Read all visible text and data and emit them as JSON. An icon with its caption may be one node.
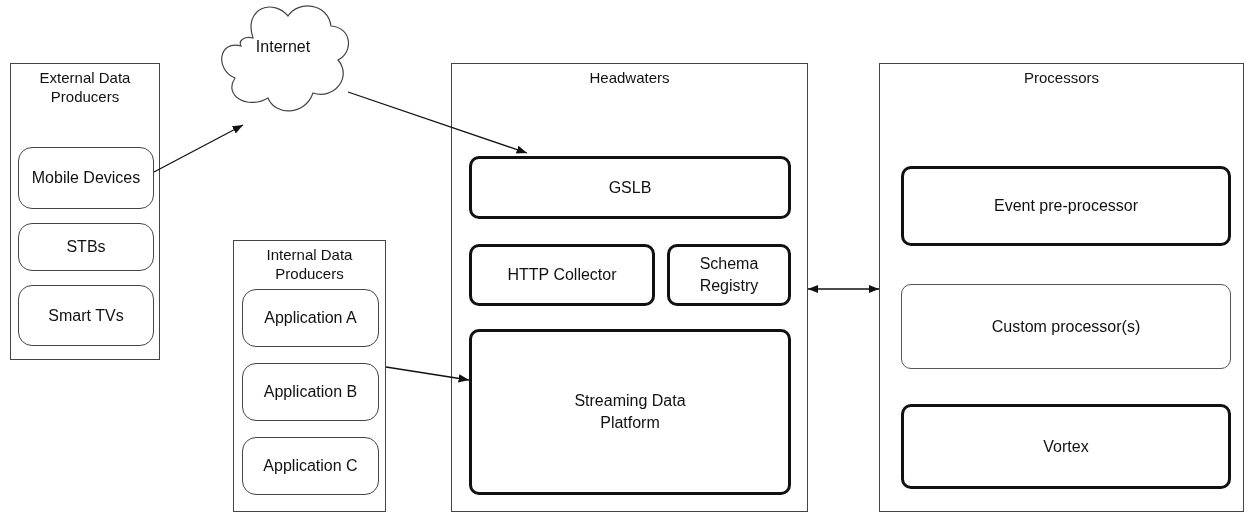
{
  "diagram": {
    "nodes": [
      {
        "text": [
          "External Data Producers"
        ]
      },
      {
        "text": [
          "Mobile Devices"
        ],
        "in": 0
      },
      {
        "text": [
          "STBs"
        ],
        "in": 0
      },
      {
        "text": [
          "Smart TVs"
        ],
        "in": 0
      },
      {
        "text": [
          "Internet"
        ]
      },
      {
        "text": [
          "Internal Data Producers"
        ]
      },
      {
        "text": [
          "Application A"
        ],
        "in": 5
      },
      {
        "text": [
          "Application B"
        ],
        "in": 5
      },
      {
        "text": [
          "Application C"
        ],
        "in": 5
      },
      {
        "text": [
          "Headwaters"
        ]
      },
      {
        "text": [
          "GSLB"
        ],
        "in": 9
      },
      {
        "text": [
          "HTTP Collector"
        ],
        "in": 9
      },
      {
        "text": [
          "Schema Registry"
        ],
        "in": 9
      },
      {
        "text": [
          "Streaming Data Platform"
        ],
        "in": 9
      },
      {
        "text": [
          "Processors"
        ]
      },
      {
        "text": [
          "Event pre-processor"
        ],
        "in": 14
      },
      {
        "text": [
          "Custom processor(s)"
        ],
        "in": 14
      },
      {
        "text": [
          "Vortex"
        ],
        "in": 14
      }
    ],
    "edges": [
      {
        "from": 1,
        "to": 4,
        "arrow": "to"
      },
      {
        "from": 4,
        "to": 10,
        "arrow": "to"
      },
      {
        "from": 5,
        "to": 13,
        "arrow": "to"
      },
      {
        "from": 9,
        "to": 14,
        "arrow": "both"
      }
    ]
  }
}
